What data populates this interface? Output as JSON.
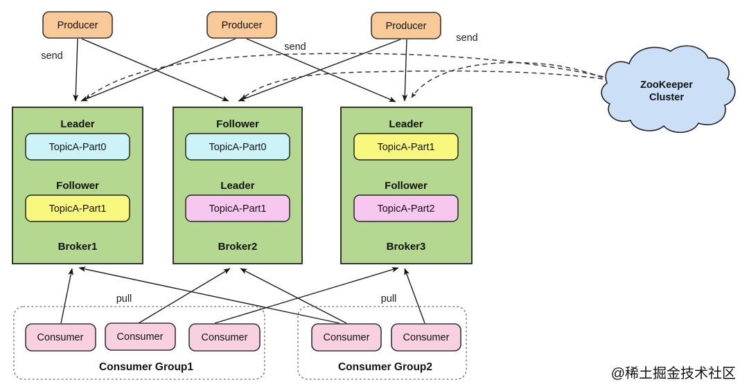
{
  "diagram": {
    "producers": [
      {
        "label": "Producer"
      },
      {
        "label": "Producer"
      },
      {
        "label": "Producer"
      }
    ],
    "edge_labels": {
      "send": [
        "send",
        "send",
        "send"
      ],
      "pull": [
        "pull",
        "pull"
      ]
    },
    "brokers": [
      {
        "name": "Broker1",
        "sections": [
          {
            "role": "Leader",
            "partition": "TopicA-Part0"
          },
          {
            "role": "Follower",
            "partition": "TopicA-Part1"
          }
        ]
      },
      {
        "name": "Broker2",
        "sections": [
          {
            "role": "Follower",
            "partition": "TopicA-Part0"
          },
          {
            "role": "Leader",
            "partition": "TopicA-Part1"
          }
        ]
      },
      {
        "name": "Broker3",
        "sections": [
          {
            "role": "Leader",
            "partition": "TopicA-Part1"
          },
          {
            "role": "Follower",
            "partition": "TopicA-Part2"
          }
        ]
      }
    ],
    "zookeeper": {
      "line1": "ZooKeeper",
      "line2": "Cluster"
    },
    "consumer_groups": [
      {
        "name": "Consumer Group1",
        "consumers": [
          {
            "label": "Consumer"
          },
          {
            "label": "Consumer"
          },
          {
            "label": "Consumer"
          }
        ]
      },
      {
        "name": "Consumer Group2",
        "consumers": [
          {
            "label": "Consumer"
          },
          {
            "label": "Consumer"
          }
        ]
      }
    ],
    "watermark": "@稀土掘金技术社区",
    "colors": {
      "producer_fill": "#f9c997",
      "broker_fill": "#b4d890",
      "partition_cyan": "#ccf4f8",
      "partition_yellow": "#f8f87e",
      "partition_magenta": "#f7c7ef",
      "consumer_fill": "#f9cfe2",
      "cloud_fill": "#cbdff6",
      "broker_label": "#f35e5e",
      "group_label": "#e63232",
      "watermark": "#c8c8c8"
    }
  }
}
